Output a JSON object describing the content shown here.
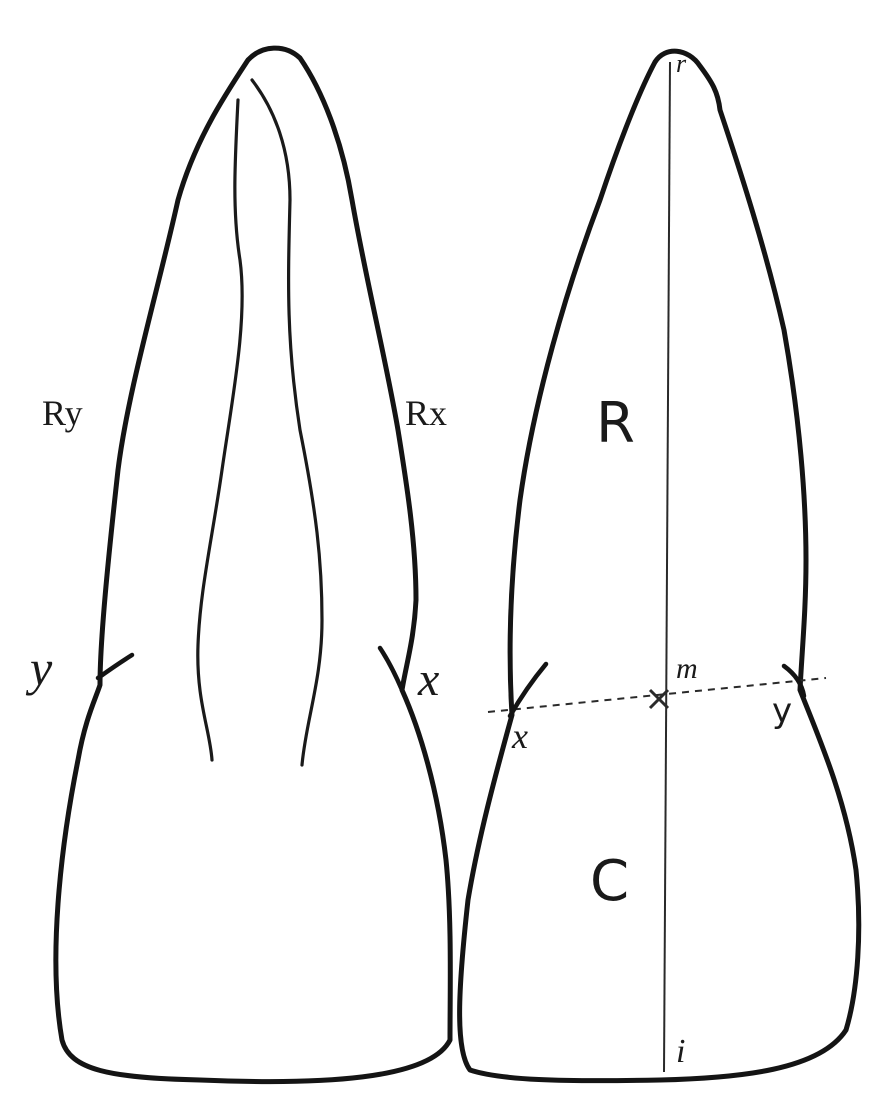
{
  "figure": {
    "left_tooth": {
      "label_ry": "Ry",
      "label_rx": "Rx",
      "label_y": "y",
      "label_x": "x"
    },
    "right_tooth": {
      "label_r_apex": "r",
      "label_root": "R",
      "label_midpoint": "m",
      "label_x": "x",
      "label_y": "y",
      "label_crown": "C",
      "label_incisal": "i"
    }
  }
}
